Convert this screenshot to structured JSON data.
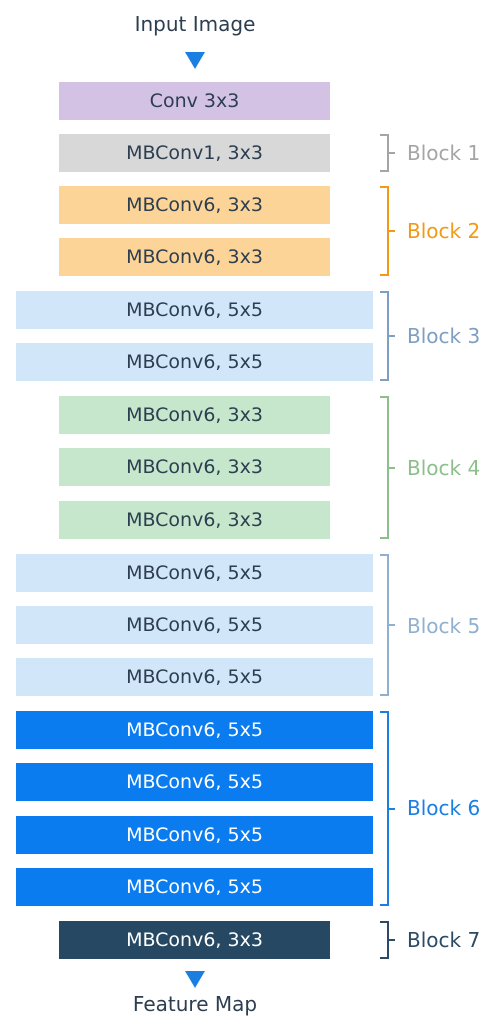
{
  "input_label": "Input Image",
  "output_label": "Feature Map",
  "layers": [
    "Conv 3x3",
    "MBConv1, 3x3",
    "MBConv6, 3x3",
    "MBConv6, 3x3",
    "MBConv6, 5x5",
    "MBConv6, 5x5",
    "MBConv6, 3x3",
    "MBConv6, 3x3",
    "MBConv6, 3x3",
    "MBConv6, 5x5",
    "MBConv6, 5x5",
    "MBConv6, 5x5",
    "MBConv6, 5x5",
    "MBConv6, 5x5",
    "MBConv6, 5x5",
    "MBConv6, 5x5",
    "MBConv6, 3x3"
  ],
  "blocks": [
    {
      "label": "Block 1",
      "color": "#a5a5a5"
    },
    {
      "label": "Block 2",
      "color": "#f29a16"
    },
    {
      "label": "Block 3",
      "color": "#7e9fc2"
    },
    {
      "label": "Block 4",
      "color": "#8cbf8c"
    },
    {
      "label": "Block 5",
      "color": "#8fb0cf"
    },
    {
      "label": "Block 6",
      "color": "#1a7fe0"
    },
    {
      "label": "Block 7",
      "color": "#2c4a63"
    }
  ],
  "colors": {
    "conv": "#d4c2e4",
    "block1": "#d8d8d8",
    "block2": "#fdd497",
    "block3": "#d2e6fa",
    "block4": "#c6e7cc",
    "block5": "#d2e6fa",
    "block6": "#0a7cf0",
    "block7": "#264863",
    "arrow": "#1a7fe0"
  }
}
